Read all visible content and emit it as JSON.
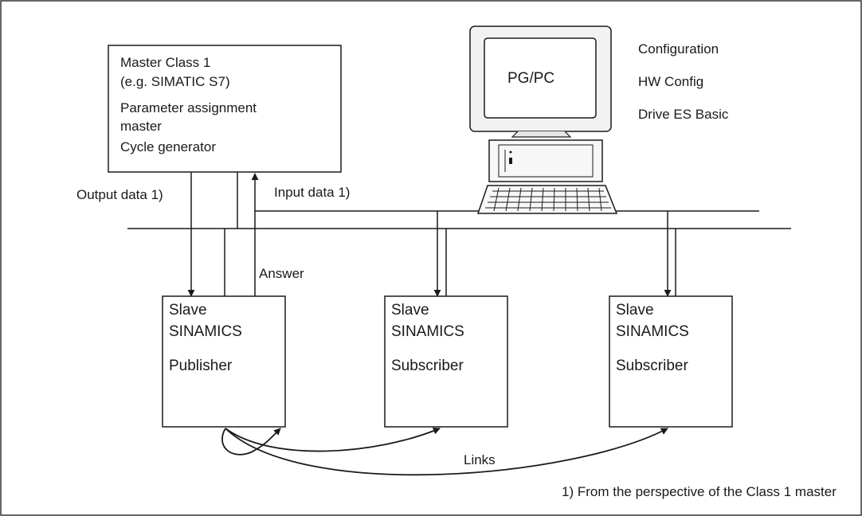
{
  "master": {
    "line1": "Master Class 1",
    "line2": "(e.g. SIMATIC S7)",
    "line3": "Parameter assignment",
    "line4": "master",
    "line5": "Cycle generator"
  },
  "pgpc": {
    "screen_label": "PG/PC",
    "configuration": "Configuration",
    "hw_config": "HW Config",
    "drive_es": "Drive ES Basic"
  },
  "bus_labels": {
    "output_data": "Output data 1)",
    "input_data": "Input data 1)",
    "answer": "Answer",
    "links": "Links"
  },
  "slaves": [
    {
      "line1": "Slave",
      "line2": "SINAMICS",
      "role": "Publisher"
    },
    {
      "line1": "Slave",
      "line2": "SINAMICS",
      "role": "Subscriber"
    },
    {
      "line1": "Slave",
      "line2": "SINAMICS",
      "role": "Subscriber"
    }
  ],
  "footnote": "1) From the perspective of the Class 1 master",
  "colors": {
    "line": "#1a1a1a",
    "background": "#ffffff",
    "monitor_bezel": "#f2f2f2"
  }
}
